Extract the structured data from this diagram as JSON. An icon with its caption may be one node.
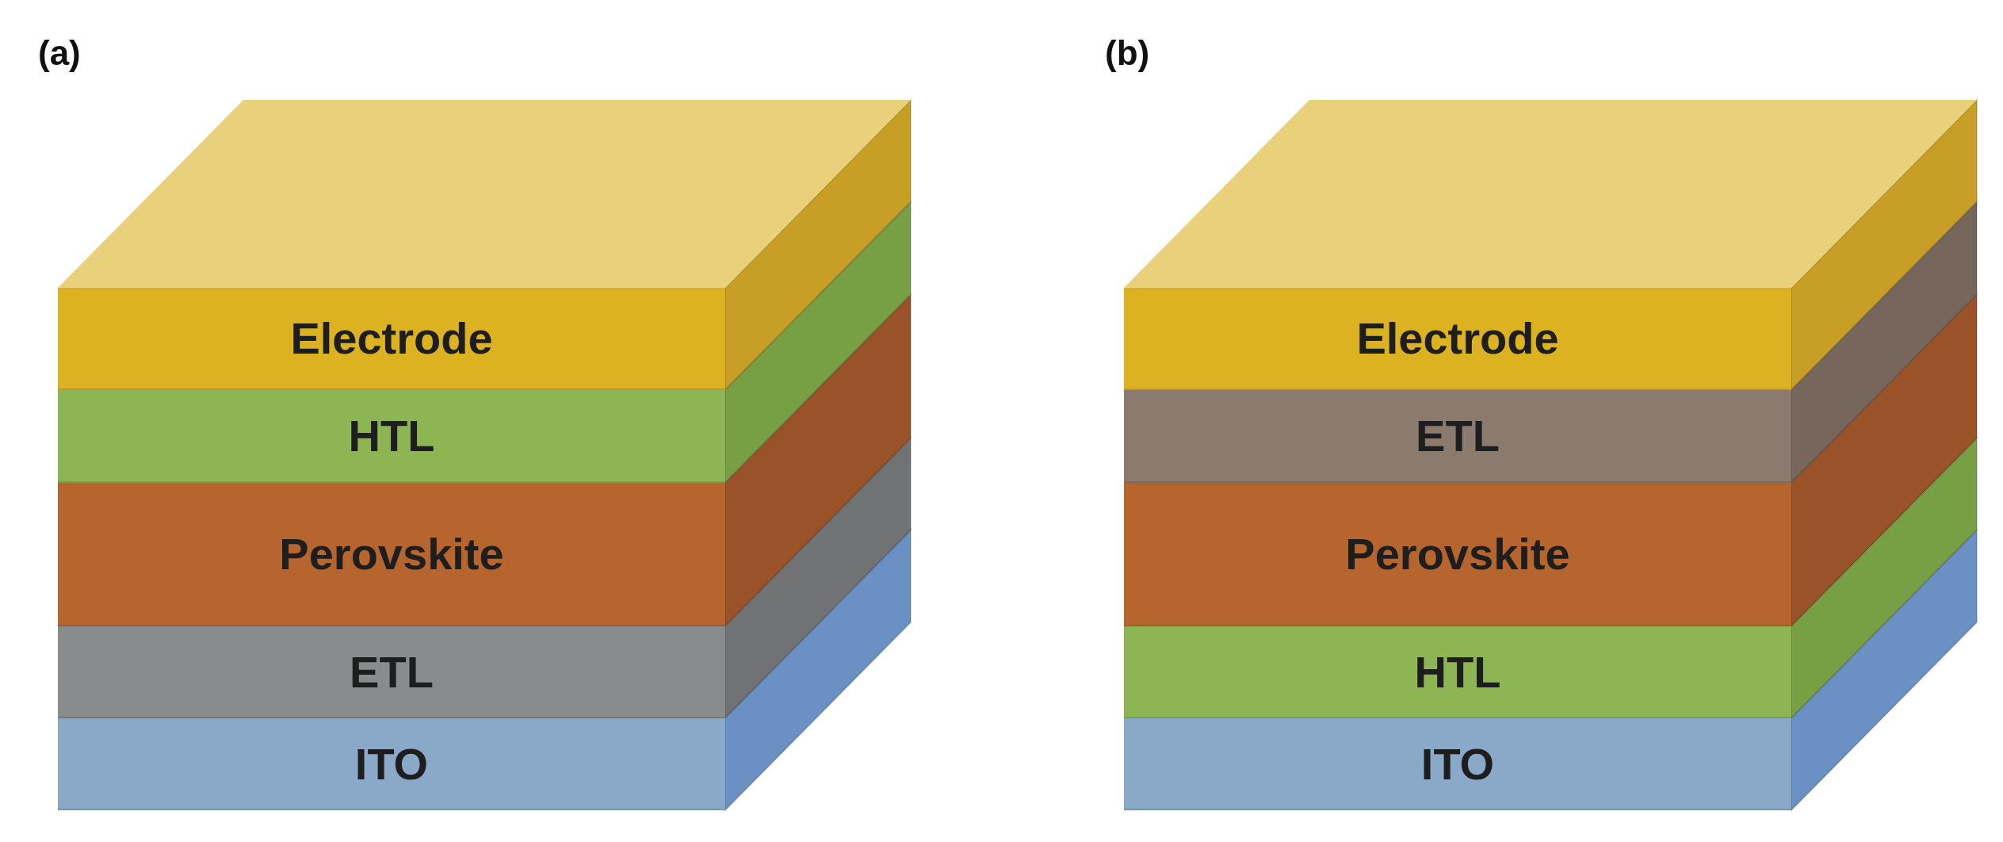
{
  "diagram": {
    "nodes": [
      {
        "text": [
          "Electrode"
        ]
      },
      {
        "text": [
          "HTL"
        ]
      },
      {
        "text": [
          "Perovskite"
        ]
      },
      {
        "text": [
          "ETL"
        ]
      },
      {
        "text": [
          "ITO"
        ]
      },
      {
        "text": [
          "Electrode"
        ]
      },
      {
        "text": [
          "ETL"
        ]
      },
      {
        "text": [
          "Perovskite"
        ]
      },
      {
        "text": [
          "HTL"
        ]
      },
      {
        "text": [
          "ITO"
        ]
      }
    ],
    "labels": [
      "(a)",
      "(b)"
    ]
  }
}
